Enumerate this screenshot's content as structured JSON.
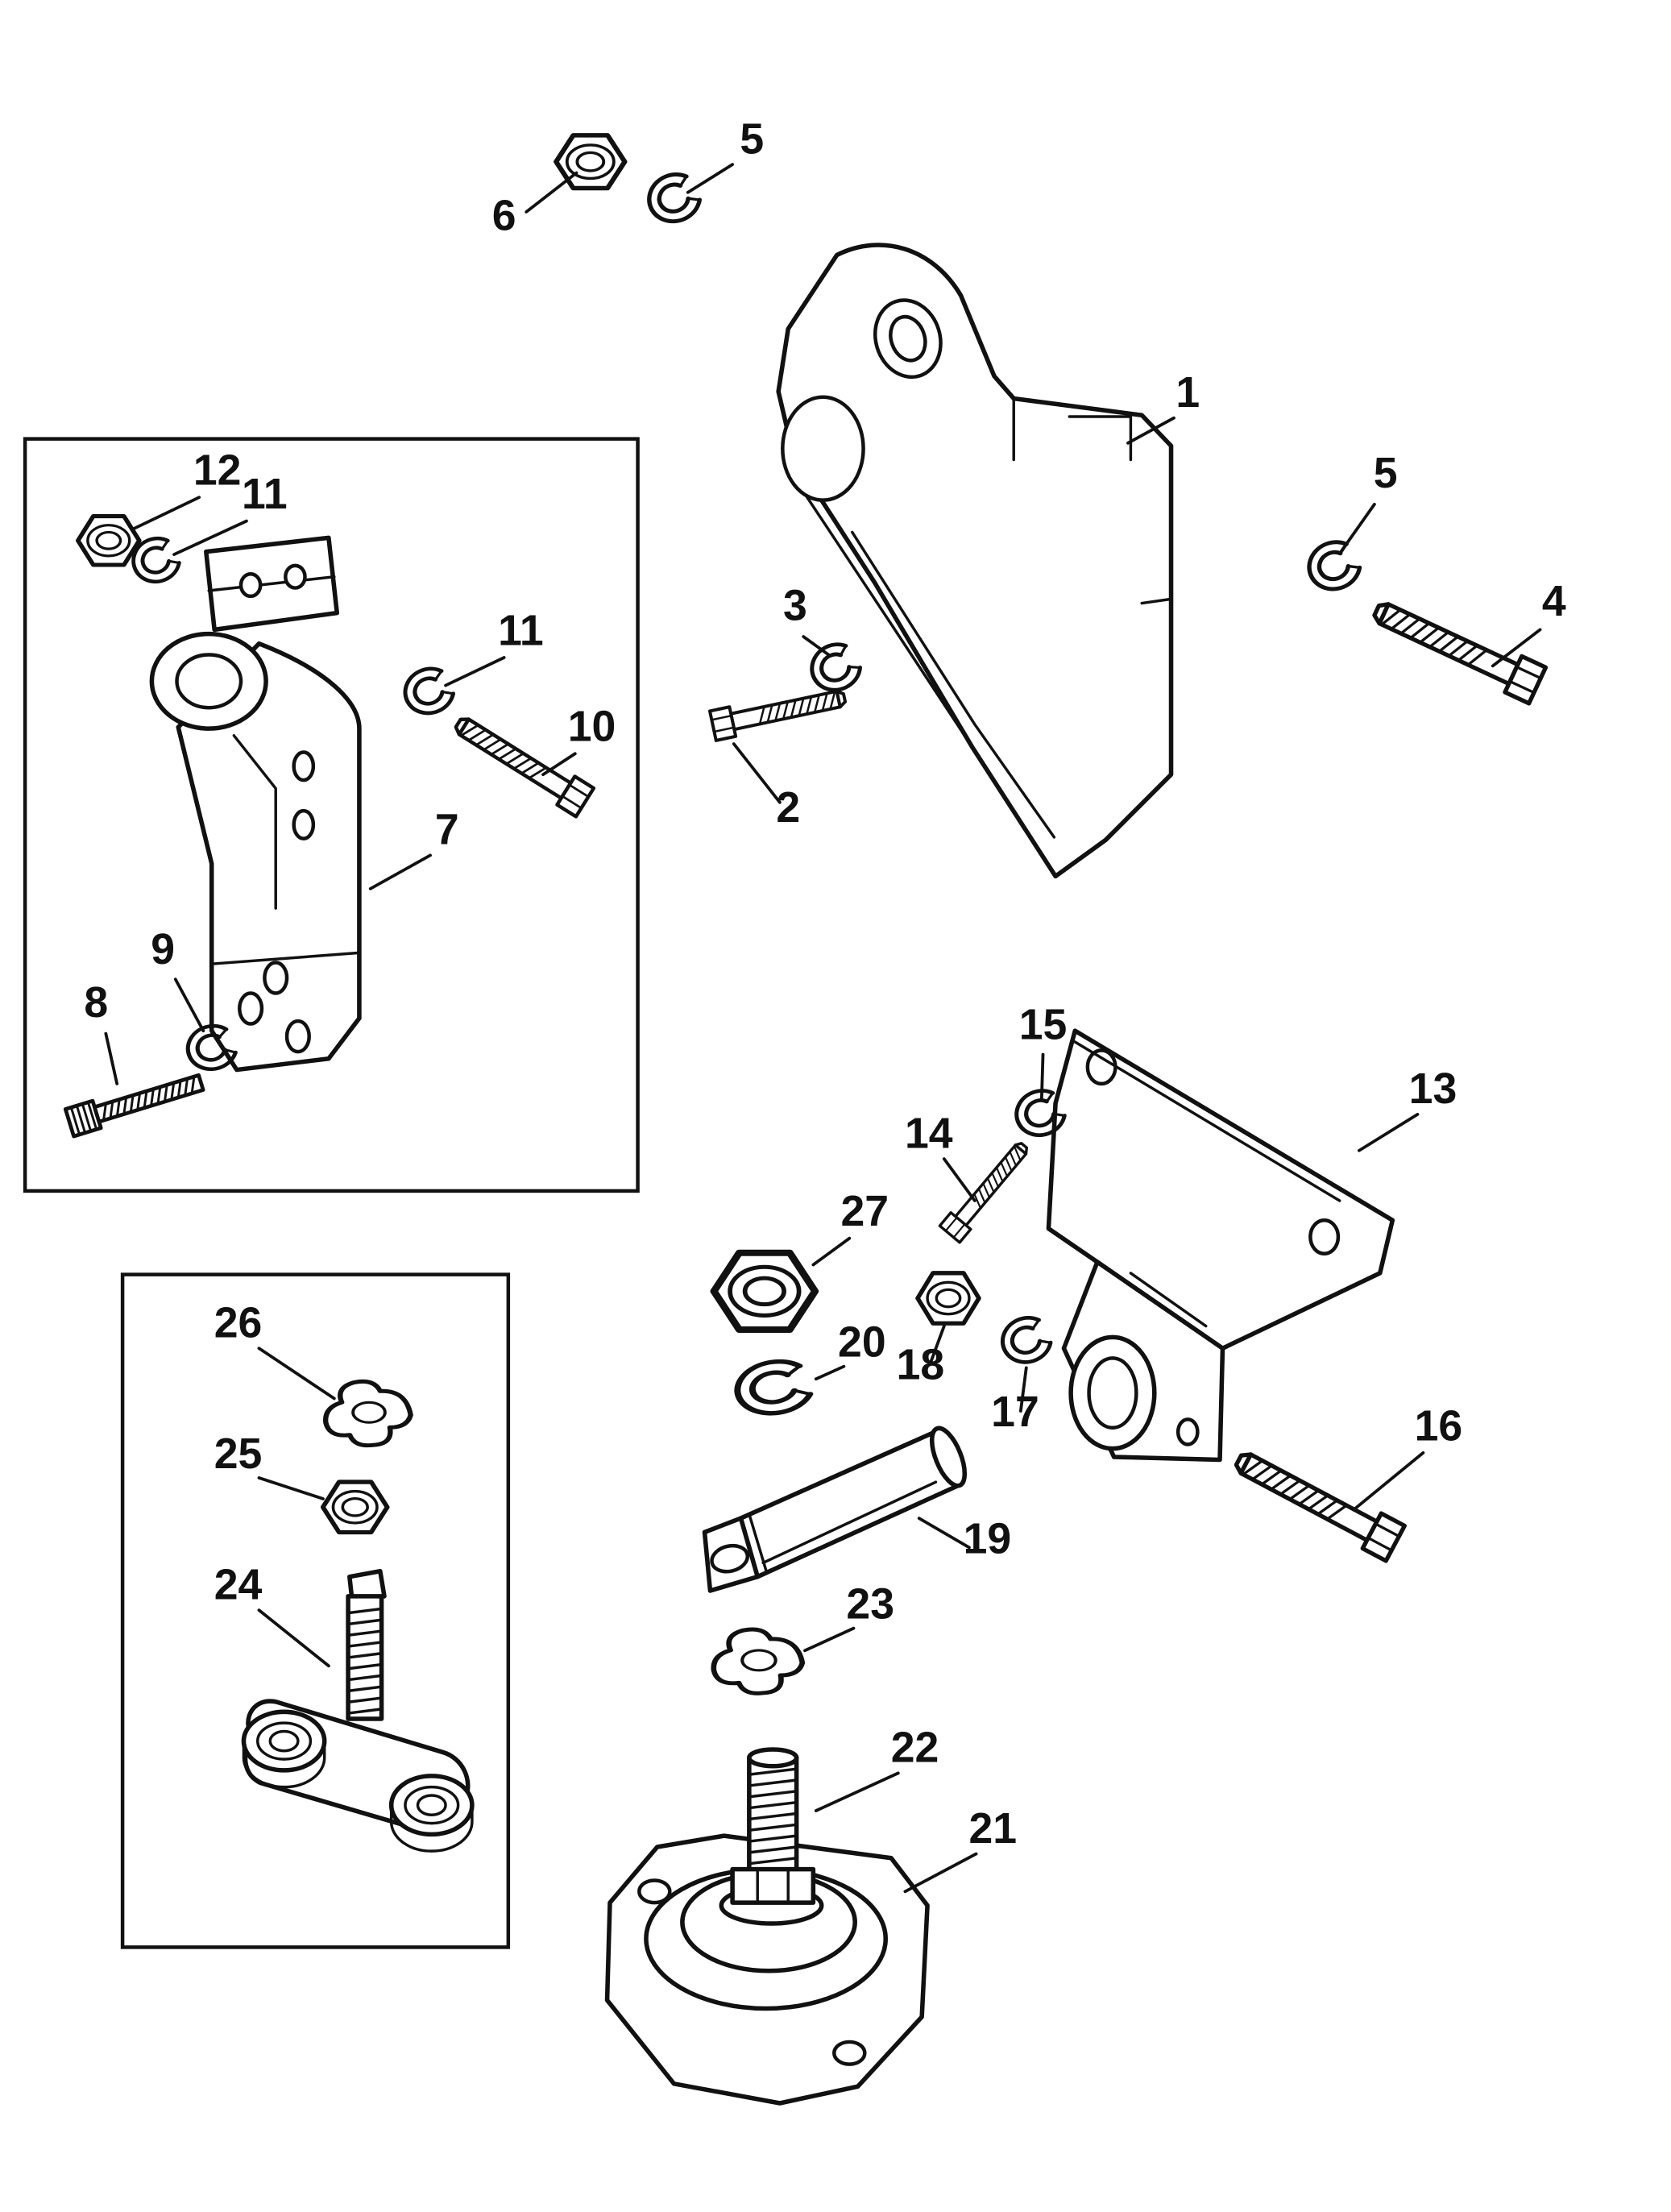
{
  "style": {
    "ink": "#111111",
    "paper": "#ffffff"
  },
  "diagram": {
    "kind": "exploded-parts-line-drawing",
    "callouts": [
      {
        "label": "6"
      },
      {
        "label": "5"
      },
      {
        "label": "1"
      },
      {
        "label": "3"
      },
      {
        "label": "2"
      },
      {
        "label": "5"
      },
      {
        "label": "4"
      },
      {
        "label": "12"
      },
      {
        "label": "11"
      },
      {
        "label": "11"
      },
      {
        "label": "10"
      },
      {
        "label": "7"
      },
      {
        "label": "9"
      },
      {
        "label": "8"
      },
      {
        "label": "26"
      },
      {
        "label": "25"
      },
      {
        "label": "24"
      },
      {
        "label": "15"
      },
      {
        "label": "14"
      },
      {
        "label": "13"
      },
      {
        "label": "27"
      },
      {
        "label": "18"
      },
      {
        "label": "20"
      },
      {
        "label": "17"
      },
      {
        "label": "16"
      },
      {
        "label": "19"
      },
      {
        "label": "23"
      },
      {
        "label": "22"
      },
      {
        "label": "21"
      }
    ]
  }
}
